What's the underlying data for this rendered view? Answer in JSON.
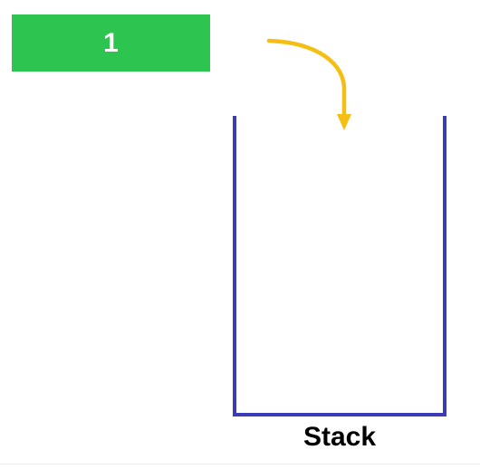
{
  "element": {
    "value": "1",
    "color": "#2dc54f"
  },
  "stack": {
    "label": "Stack",
    "color": "#3b3bb5",
    "items": []
  },
  "push_arrow": {
    "color": "#f4be12",
    "target": "stack"
  }
}
